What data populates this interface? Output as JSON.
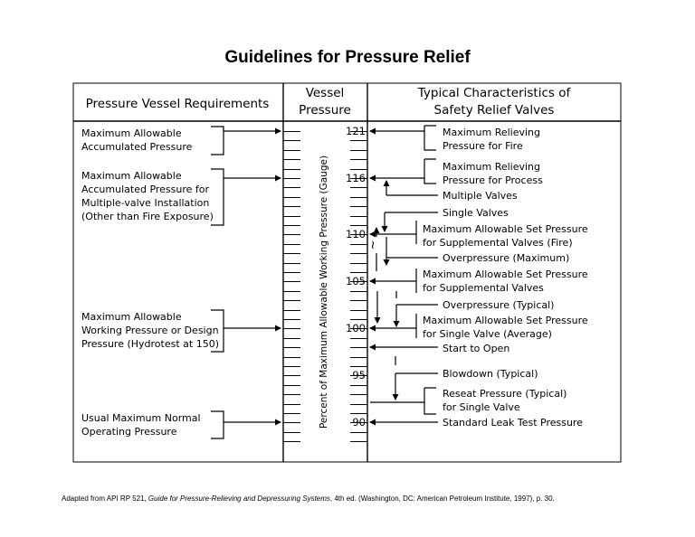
{
  "title": "Guidelines for Pressure Relief",
  "headers": {
    "left": "Pressure Vessel Requirements",
    "middle": [
      "Vessel",
      "Pressure"
    ],
    "right": [
      "Typical Characteristics of",
      "Safety Relief Valves"
    ]
  },
  "axis_label": "Percent of Maximum Allowable Working Pressure (Gauge)",
  "scale_labels": [
    "121",
    "116",
    "110",
    "105",
    "100",
    "95",
    "90"
  ],
  "break_symbol": "~",
  "left_items": [
    {
      "lines": [
        "Maximum Allowable",
        "Accumulated Pressure"
      ]
    },
    {
      "lines": [
        "Maximum Allowable",
        "Accumulated Pressure for",
        "Multiple-valve Installation",
        "(Other than Fire Exposure)"
      ]
    },
    {
      "lines": [
        "Maximum Allowable",
        "Working Pressure or Design",
        "Pressure (Hydrotest at 150)"
      ]
    },
    {
      "lines": [
        "Usual Maximum Normal",
        "Operating Pressure"
      ]
    }
  ],
  "right_items": [
    {
      "lines": [
        "Maximum Relieving",
        "Pressure for Fire"
      ]
    },
    {
      "lines": [
        "Maximum Relieving",
        "Pressure for Process"
      ]
    },
    {
      "lines": [
        "Multiple Valves"
      ]
    },
    {
      "lines": [
        "Single Valves"
      ]
    },
    {
      "lines": [
        "Maximum Allowable Set Pressure",
        "for Supplemental Valves (Fire)"
      ]
    },
    {
      "lines": [
        "Overpressure (Maximum)"
      ]
    },
    {
      "lines": [
        "Maximum Allowable Set Pressure",
        "for Supplemental Valves"
      ]
    },
    {
      "lines": [
        "Overpressure (Typical)"
      ]
    },
    {
      "lines": [
        "Maximum Allowable Set Pressure",
        "for Single Valve (Average)"
      ]
    },
    {
      "lines": [
        "Start to Open"
      ]
    },
    {
      "lines": [
        "Blowdown (Typical)"
      ]
    },
    {
      "lines": [
        "Reseat Pressure (Typical)",
        "for Single Valve"
      ]
    },
    {
      "lines": [
        "Standard Leak Test Pressure"
      ]
    }
  ],
  "footnote": {
    "prefix": "Adapted from API RP 521, ",
    "italic": "Guide for Pressure-Relieving and Depressuring Systems",
    "suffix": ", 4th ed. (Washington, DC: American Petroleum Institute, 1997), p. 30."
  }
}
